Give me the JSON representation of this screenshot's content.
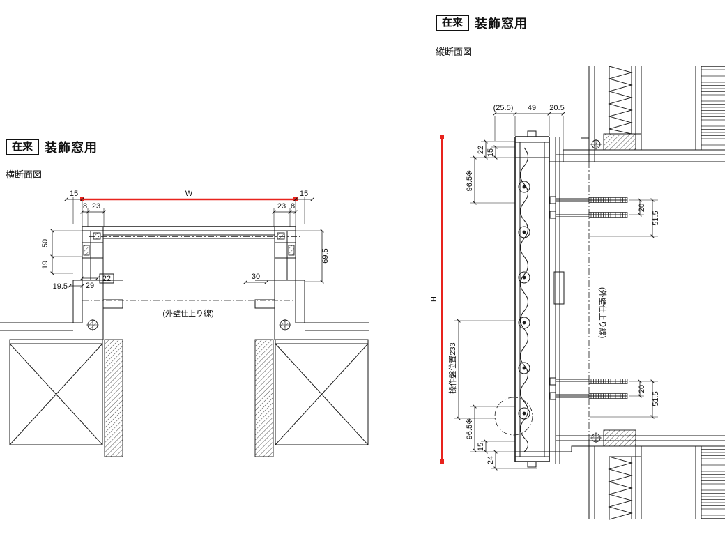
{
  "colors": {
    "red": "#e8231d",
    "line": "#1a1a1a"
  },
  "left": {
    "tag": "在来",
    "title": "装飾窓用",
    "subtitle": "横断面図",
    "dims": {
      "w": "W",
      "s15l": "15",
      "s15r": "15",
      "s8l": "8",
      "s23l": "23",
      "s23r": "23",
      "s8r": "8",
      "s50": "50",
      "s19": "19",
      "s19_5": "19.5",
      "s29": "29",
      "s22": "22",
      "s30": "30",
      "s69_5": "69.5",
      "wall": "(外壁仕上り線)"
    }
  },
  "right": {
    "tag": "在来",
    "title": "装飾窓用",
    "subtitle": "縦断面図",
    "dims": {
      "s25_5": "(25.5)",
      "s49": "49",
      "s20_5": "20.5",
      "s22": "22",
      "s15t": "15",
      "s96t": "96.5※",
      "h": "H",
      "console": "操作盤位置233",
      "s96b": "96.5※",
      "s15b": "15",
      "s24": "24",
      "s20a": "20",
      "s51a": "51.5",
      "s20b": "20",
      "s51b": "51.5",
      "wall": "(外壁仕上り線)"
    }
  }
}
